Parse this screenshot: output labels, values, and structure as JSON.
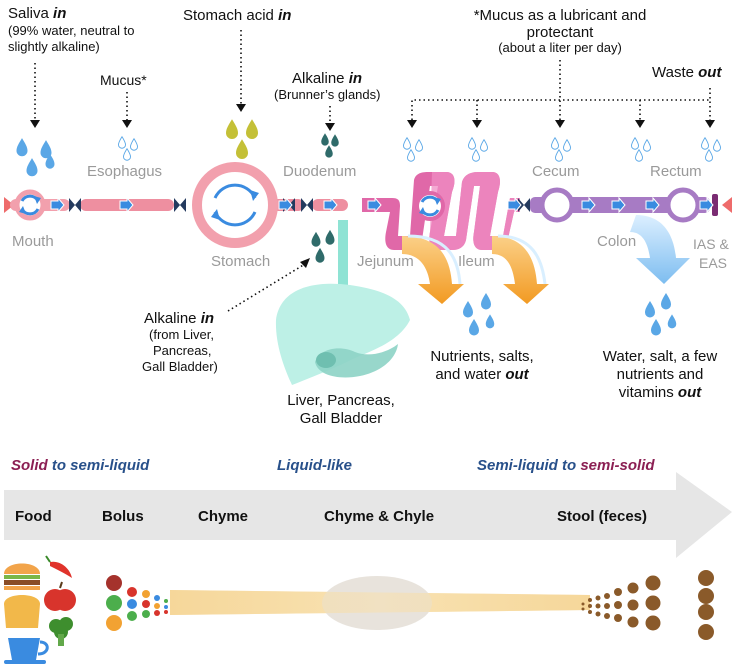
{
  "colors": {
    "tract_pink": "#ee8fa0",
    "stomach_pink": "#f2a0ad",
    "small_intestine": "#e068a8",
    "large_intestine": "#a77bc4",
    "valve_navy": "#243a5e",
    "arrow_blue": "#3a8be0",
    "drop_blue": "#5aa7e6",
    "drop_olive": "#c4c037",
    "drop_teal": "#2f6b6a",
    "liver": "#bdf0e6",
    "absorb_orange": "#f2a32e",
    "colon_blue": "#7fbff0",
    "band_gray": "#e6e6e6",
    "solid_color": "#8b1f53",
    "liquid_color": "#28508a"
  },
  "inputs": {
    "saliva_title": "Saliva",
    "saliva_in": "in",
    "saliva_line1": "(99% water, neutral to",
    "saliva_line2": "slightly alkaline)",
    "mucus": "Mucus*",
    "stomach_acid_title": "Stomach acid",
    "stomach_acid_in": "in",
    "alkaline_title": "Alkaline",
    "alkaline_in": "in",
    "brunners": "(Brunner’s glands)",
    "mucus_note_line1": "*Mucus as a lubricant and",
    "mucus_note_line2": "protectant",
    "mucus_note_line3": "(about a liter per day)",
    "waste_title": "Waste",
    "waste_out": "out",
    "alk2_title": "Alkaline",
    "alk2_in": "in",
    "alk2_line1": "(from Liver,",
    "alk2_line2": "Pancreas,",
    "alk2_line3": "Gall Bladder)"
  },
  "organs": {
    "mouth": "Mouth",
    "esophagus": "Esophagus",
    "stomach": "Stomach",
    "duodenum": "Duodenum",
    "jejunum": "Jejunum",
    "ileum": "Ileum",
    "cecum": "Cecum",
    "colon": "Colon",
    "rectum": "Rectum",
    "ias_line1": "IAS &",
    "ias_line2": "EAS",
    "liver_line1": "Liver, Pancreas,",
    "liver_line2": "Gall Bladder"
  },
  "outputs": {
    "nutrients_line1": "Nutrients, salts,",
    "nutrients_line2": "and water",
    "nutrients_out": "out",
    "water_line1": "Water, salt, a few",
    "water_line2": "nutrients and",
    "water_line3": "vitamins",
    "water_out": "out"
  },
  "consistency": {
    "solid": "Solid",
    "to1": "to semi-liquid",
    "liquid_like": "Liquid-like",
    "semi_liquid": "Semi-liquid to",
    "semi_solid": "semi-solid"
  },
  "stages": {
    "food": "Food",
    "bolus": "Bolus",
    "chyme": "Chyme",
    "chyme_chyle": "Chyme & Chyle",
    "stool": "Stool (feces)"
  }
}
